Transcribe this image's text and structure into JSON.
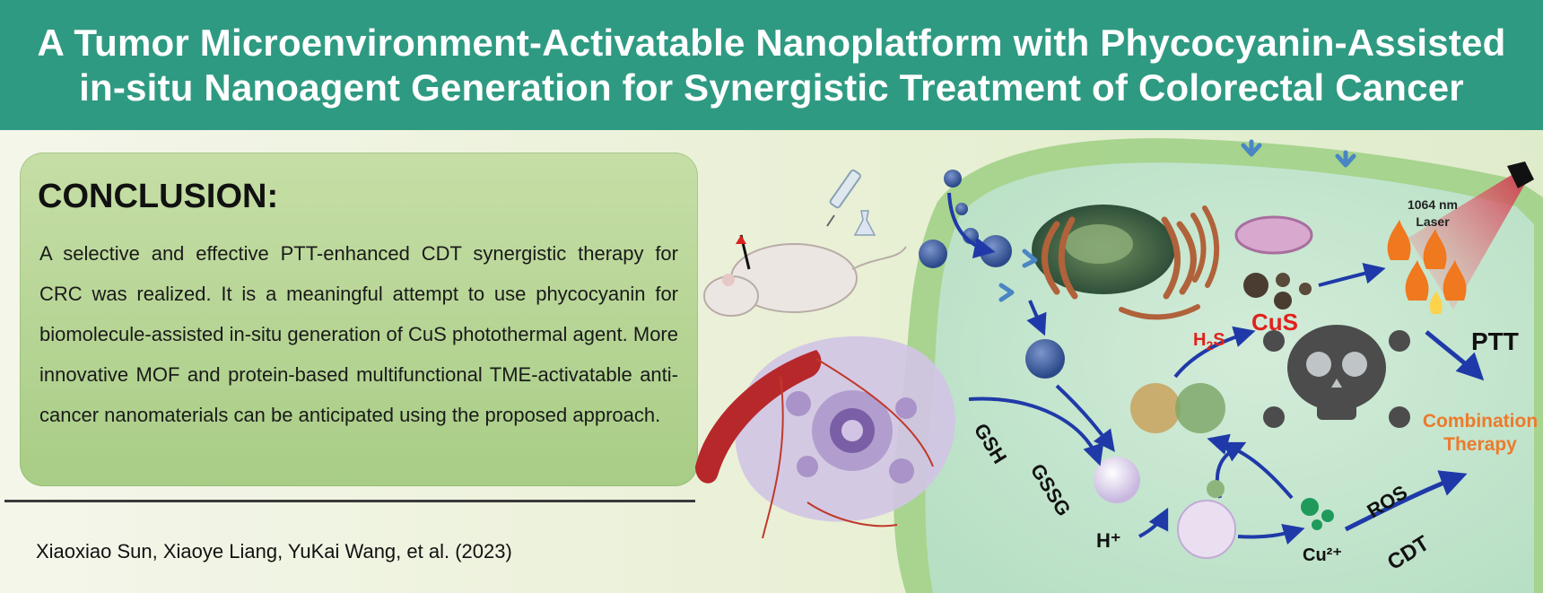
{
  "header": {
    "title_line1": "A Tumor Microenvironment-Activatable Nanoplatform with Phycocyanin-Assisted",
    "title_line2": "in-situ Nanoagent Generation for Synergistic Treatment of Colorectal Cancer"
  },
  "conclusion": {
    "heading": "CONCLUSION:",
    "body": "A selective and effective PTT-enhanced CDT synergistic therapy for CRC was realized. It is a meaningful attempt to use phycocyanin for biomolecule-assisted in-situ generation of CuS photothermal agent. More innovative MOF and protein-based multifunctional TME-activatable anti-cancer nanomaterials can be anticipated using the proposed approach."
  },
  "authors": "Xiaoxiao Sun, Xiaoye Liang, YuKai Wang, et al. (2023)",
  "diagram": {
    "laser_line1": "1064 nm",
    "laser_line2": "Laser",
    "h2s_h": "H",
    "h2s_sub": "2",
    "h2s_s": "S",
    "cus": "CuS",
    "ptt": "PTT",
    "combination_line1": "Combination",
    "combination_line2": "Therapy",
    "gsh": "GSH",
    "gssg": "GSSG",
    "h_plus": "H⁺",
    "ros": "ROS",
    "cdt": "CDT",
    "cu2": "Cu²⁺"
  },
  "colors": {
    "header_bg": "#2f9a82",
    "card_bg": "#b6d596",
    "accent_red": "#e0211d",
    "accent_orange": "#ec7a2c",
    "arrow_blue": "#1f3aa8",
    "cell_green": "#8cc46c"
  }
}
